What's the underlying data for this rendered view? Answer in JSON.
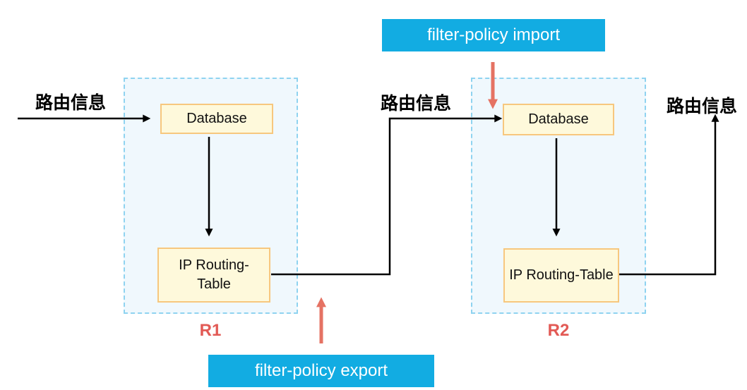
{
  "diagram": {
    "flow_labels": {
      "route_info_in": "路由信息",
      "route_info_mid": "路由信息",
      "route_info_out": "路由信息"
    },
    "policies": {
      "import_label": "filter-policy import",
      "export_label": "filter-policy export"
    },
    "routers": [
      {
        "name": "R1",
        "database": "Database",
        "routing_table": "IP Routing-Table"
      },
      {
        "name": "R2",
        "database": "Database",
        "routing_table": "IP Routing-Table"
      }
    ],
    "colors": {
      "policy_label_bg": "#12ACE2",
      "policy_label_text": "#FFFFFF",
      "router_boundary_border": "#8FD3F0",
      "router_boundary_fill": "#F0F8FD",
      "node_fill": "#FEF9DB",
      "node_border": "#F7C77E",
      "router_name_text": "#E25A55",
      "policy_arrow": "#E57263",
      "flow_arrow": "#000000"
    }
  }
}
